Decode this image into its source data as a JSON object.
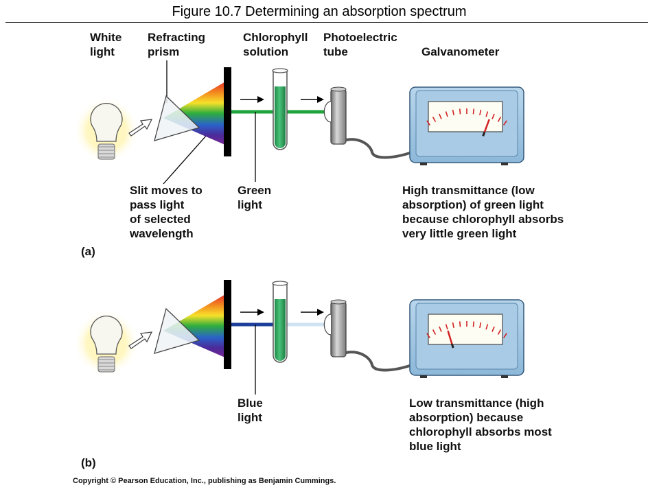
{
  "title": "Figure 10.7  Determining an absorption spectrum",
  "labels": {
    "white_light": [
      "White",
      "light"
    ],
    "prism": [
      "Refracting",
      "prism"
    ],
    "chlorophyll": [
      "Chlorophyll",
      "solution"
    ],
    "photo_tube": [
      "Photoelectric",
      "tube"
    ],
    "galvanometer": "Galvanometer",
    "slit": [
      "Slit moves to",
      "pass light",
      "of selected",
      "wavelength"
    ]
  },
  "panels": [
    {
      "tag": "(a)",
      "light_label": [
        "Green",
        "light"
      ],
      "description": [
        "High transmittance (low",
        "absorption) of green light",
        "because chlorophyll absorbs",
        "very little green light"
      ],
      "incident_color": "#1ea43a",
      "transmitted_color": "#1ea43a",
      "transmittance": 0.8
    },
    {
      "tag": "(b)",
      "light_label": [
        "Blue",
        "light"
      ],
      "description": [
        "Low transmittance (high",
        "absorption) because",
        "chlorophyll absorbs most",
        "blue light"
      ],
      "incident_color": "#1e3f9c",
      "transmitted_color": "#cfe3f2",
      "transmittance": 0.25
    }
  ],
  "copyright": "Copyright © Pearson Education, Inc., publishing as Benjamin Cummings.",
  "colors": {
    "meter_body": "#9fc5e0",
    "chlorophyll": "#2aa35a",
    "bulb_glow": "#fff4b0",
    "needle": "#d22020"
  }
}
